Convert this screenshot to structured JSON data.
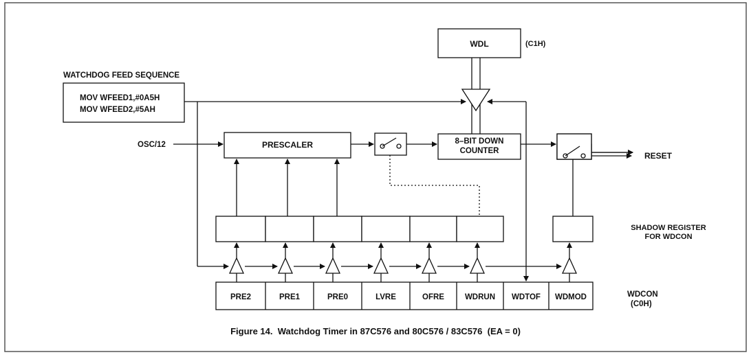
{
  "figure": {
    "caption": "Figure 14.  Watchdog Timer in 87C576 and 80C576 / 83C576  (EA = 0)"
  },
  "wdl": {
    "label": "WDL",
    "address": "(C1H)"
  },
  "feed": {
    "title": "WATCHDOG FEED SEQUENCE",
    "line1": "MOV  WFEED1,#0A5H",
    "line2": "MOV  WFEED2,#5AH"
  },
  "osc": {
    "label": "OSC/12"
  },
  "prescaler": {
    "label": "PRESCALER"
  },
  "counter": {
    "line1": "8–BIT DOWN",
    "line2": "COUNTER"
  },
  "reset": {
    "label": "RESET"
  },
  "shadow": {
    "line1": "SHADOW REGISTER",
    "line2": "FOR WDCON"
  },
  "wdcon": {
    "label": "WDCON",
    "address": "(C0H)",
    "bits": [
      "PRE2",
      "PRE1",
      "PRE0",
      "LVRE",
      "OFRE",
      "WDRUN",
      "WDTOF",
      "WDMOD"
    ]
  },
  "colors": {
    "line": "#111111",
    "border": "#555555",
    "background": "#ffffff"
  }
}
